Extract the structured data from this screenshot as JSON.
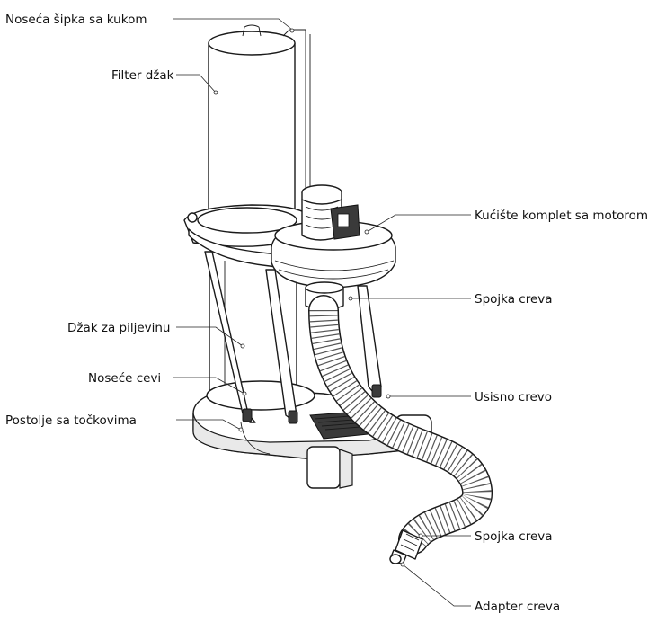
{
  "labels": {
    "nosecaSipka": "Noseća šipka sa kukom",
    "filterDzak": "Filter džak",
    "kuciste": "Kućište komplet sa motorom",
    "spojkaCreva1": "Spojka creva",
    "dzakPiljevina": "Džak za piljevinu",
    "noseceCevi": "Noseće cevi",
    "usisnoCrevo": "Usisno crevo",
    "postolje": "Postolje sa točkovima",
    "spojkaCreva2": "Spojka creva",
    "adapterCreva": "Adapter creva"
  }
}
